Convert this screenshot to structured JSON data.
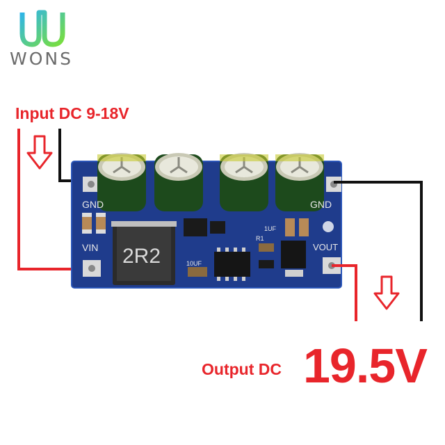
{
  "brand": {
    "name": "WONS"
  },
  "labels": {
    "input": "Input DC 9-18V",
    "output_prefix": "Output DC",
    "output_value": "19.5V"
  },
  "board": {
    "pin_gnd_left": "GND",
    "pin_vin": "VIN",
    "pin_gnd_right": "GND",
    "pin_vout": "VOUT",
    "inductor_code": "2R2",
    "cap_label_1": "10UF",
    "cap_label_2": "1UF",
    "resistor_label": "R1"
  },
  "colors": {
    "accent_red": "#e8252b",
    "pcb_blue": "#1f3c8c",
    "wire_black": "#111111",
    "logo_gradient_start": "#2fb5e8",
    "logo_gradient_end": "#7adf3a"
  }
}
